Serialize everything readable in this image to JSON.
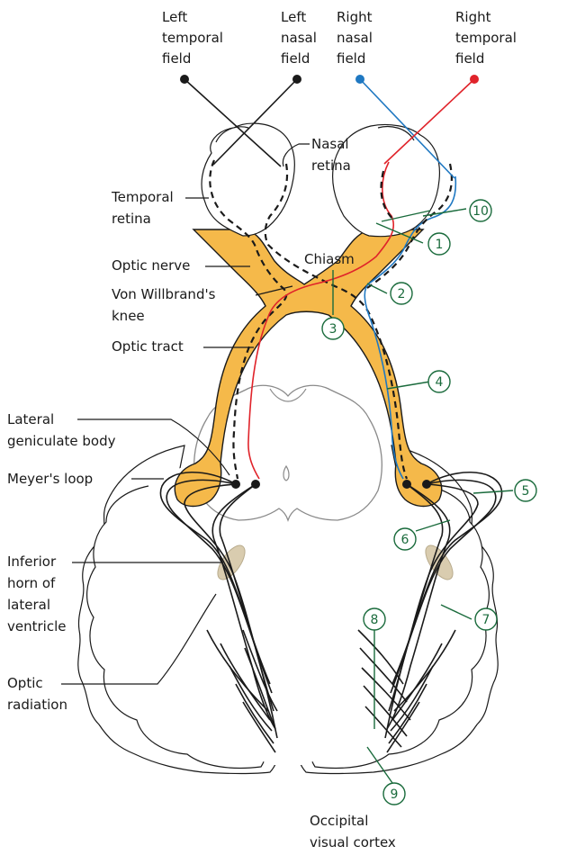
{
  "fields": [
    {
      "line1": "Left",
      "line2": "temporal",
      "line3": "field"
    },
    {
      "line1": "Left",
      "line2": "nasal",
      "line3": "field"
    },
    {
      "line1": "Right",
      "line2": "nasal",
      "line3": "field"
    },
    {
      "line1": "Right",
      "line2": "temporal",
      "line3": "field"
    }
  ],
  "labels": {
    "nasal_retina": [
      "Nasal",
      "retina"
    ],
    "temporal_retina": [
      "Temporal",
      "retina"
    ],
    "optic_nerve": "Optic nerve",
    "chiasm": "Chiasm",
    "von_willbrand": [
      "Von Willbrand's",
      "knee"
    ],
    "optic_tract": "Optic tract",
    "lateral_geniculate": [
      "Lateral",
      "geniculate body"
    ],
    "meyers_loop": "Meyer's loop",
    "inferior_horn": [
      "Inferior",
      "horn of",
      "lateral",
      "ventricle"
    ],
    "optic_radiation": [
      "Optic",
      "radiation"
    ],
    "occipital": [
      "Occipital",
      "visual cortex"
    ]
  },
  "lesion_numbers": [
    "1",
    "2",
    "3",
    "4",
    "5",
    "6",
    "7",
    "8",
    "9",
    "10"
  ],
  "colors": {
    "pathway_fill": "#f5b94a",
    "right_temporal_fibers": "#e0232a",
    "right_nasal_fibers": "#1f78c2",
    "lesion_markers": "#1a6b3c"
  }
}
